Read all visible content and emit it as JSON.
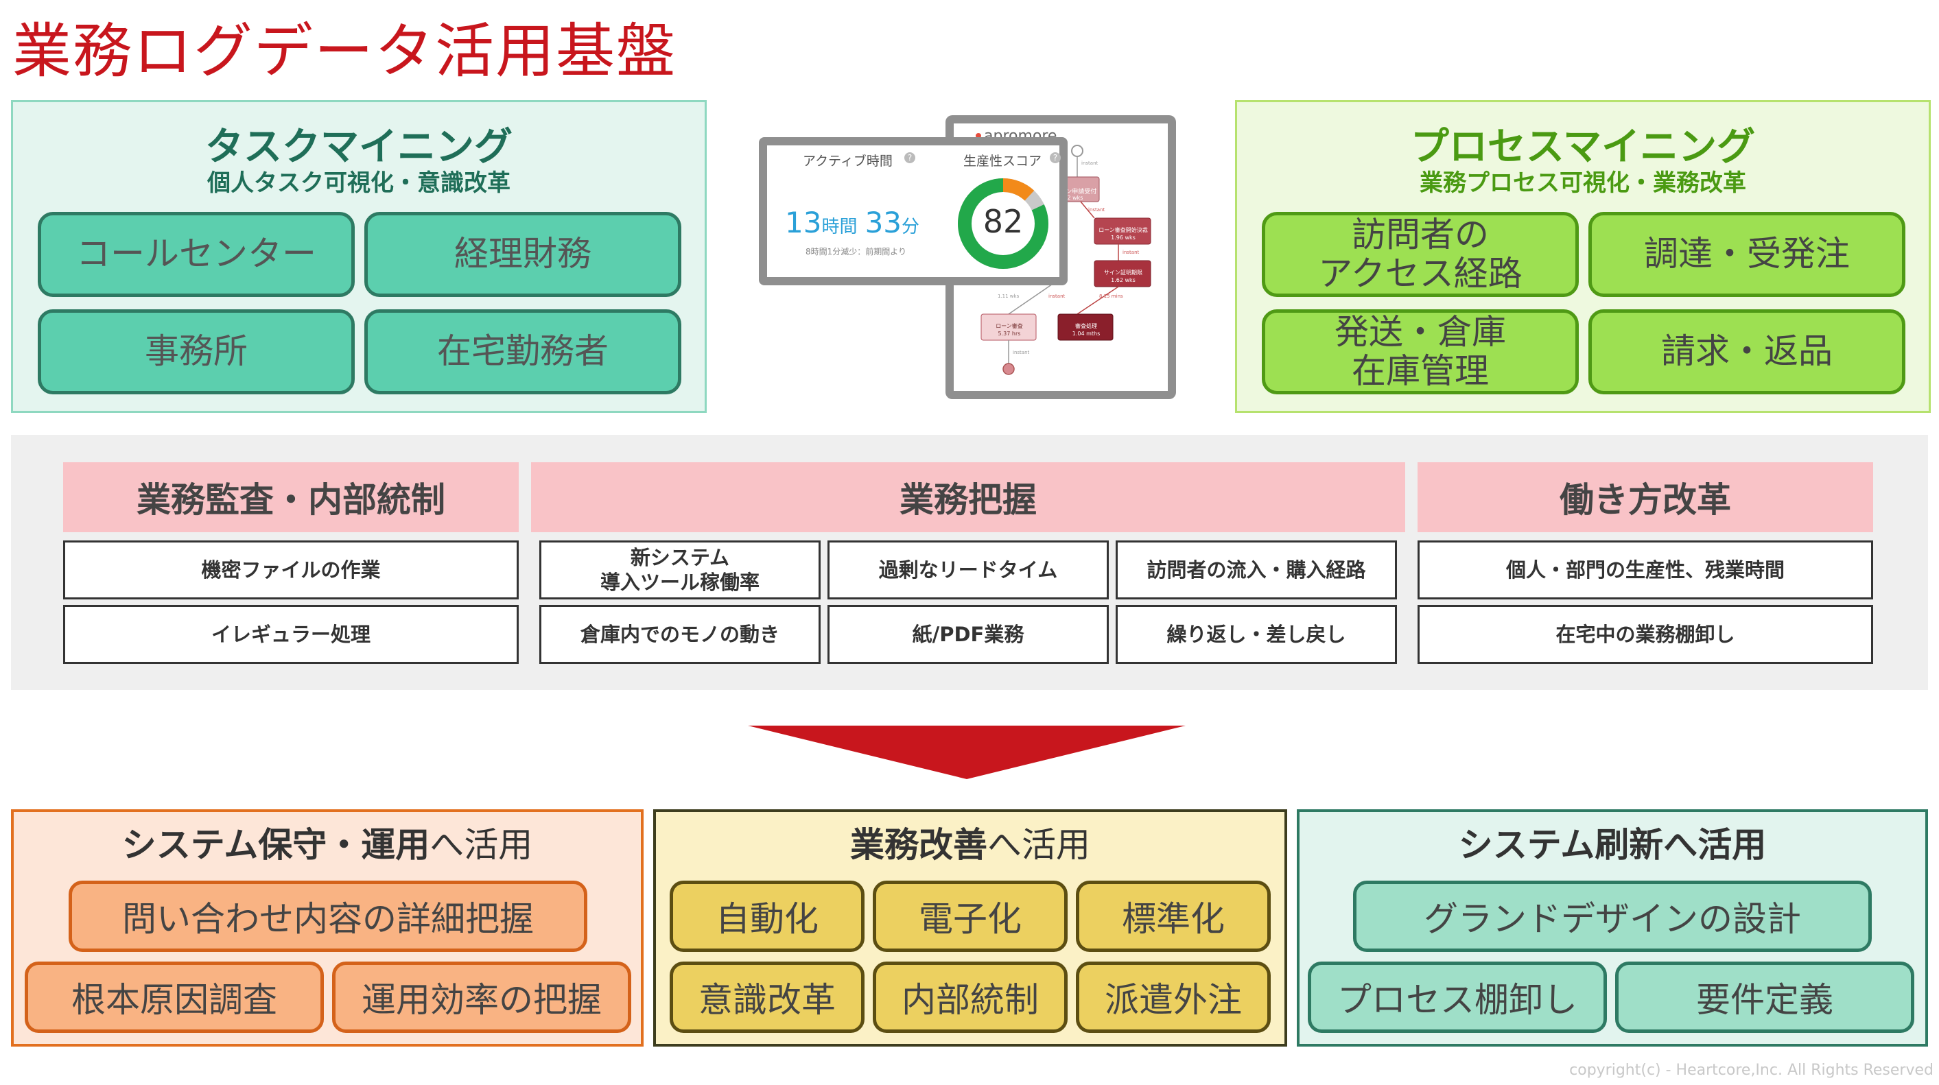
{
  "title": "業務ログデータ活用基盤",
  "task_mining": {
    "heading": "タスクマイニング",
    "subheading": "個人タスク可視化・意識改革",
    "items": [
      "コールセンター",
      "経理財務",
      "事務所",
      "在宅勤務者"
    ]
  },
  "process_mining": {
    "heading": "プロセスマイニング",
    "subheading": "業務プロセス可視化・業務改革",
    "items": [
      "訪問者の\nアクセス経路",
      "調達・受発注",
      "発送・倉庫\n在庫管理",
      "請求・返品"
    ]
  },
  "mockup": {
    "brand": "apromore",
    "active_time_label": "アクティブ時間",
    "productivity_label": "生産性スコア",
    "hours": "13",
    "hours_unit": "時間",
    "minutes": "33",
    "minutes_unit": "分",
    "delta_text": "8時間1分減少：前期間より",
    "score": "82",
    "score_fraction": 0.82,
    "nodes": [
      "ローン申請受付",
      "ローン審査開始決裁",
      "サイン証明期限",
      "ローン審査",
      "審査処理"
    ],
    "node_values": [
      "2 wks",
      "1.96 wks",
      "1.62 wks",
      "5.37 hrs",
      "1.04 mths"
    ],
    "edge_labels": [
      "instant",
      "instant",
      "instant",
      "1.11 wks",
      "instant",
      "8.15 mins",
      "instant"
    ],
    "colors": {
      "accent_blue": "#2aa0d8",
      "ring_green": "#22a84a",
      "ring_orange": "#f28a1a"
    }
  },
  "categories": [
    {
      "label": "業務監査・内部統制",
      "items": [
        "機密ファイルの作業",
        "イレギュラー処理"
      ]
    },
    {
      "label": "業務把握",
      "items": [
        "新システム\n導入ツール稼働率",
        "過剰なリードタイム",
        "訪問者の流入・購入経路",
        "倉庫内でのモノの動き",
        "紙/PDF業務",
        "繰り返し・差し戻し"
      ]
    },
    {
      "label": "働き方改革",
      "items": [
        "個人・部門の生産性、残業時間",
        "在宅中の業務棚卸し"
      ]
    }
  ],
  "outcomes": [
    {
      "bold": "システム保守・運用",
      "rest": "へ活用",
      "items": [
        "問い合わせ内容の詳細把握",
        "根本原因調査",
        "運用効率の把握"
      ]
    },
    {
      "bold": "業務改善",
      "rest": "へ活用",
      "items": [
        "自動化",
        "電子化",
        "標準化",
        "意識改革",
        "内部統制",
        "派遣外注"
      ]
    },
    {
      "bold": "システム刷新へ活用",
      "rest": "",
      "items": [
        "グランドデザインの設計",
        "プロセス棚卸し",
        "要件定義"
      ]
    }
  ],
  "copyright": "copyright(c) - Heartcore,Inc. All Rights Reserved"
}
